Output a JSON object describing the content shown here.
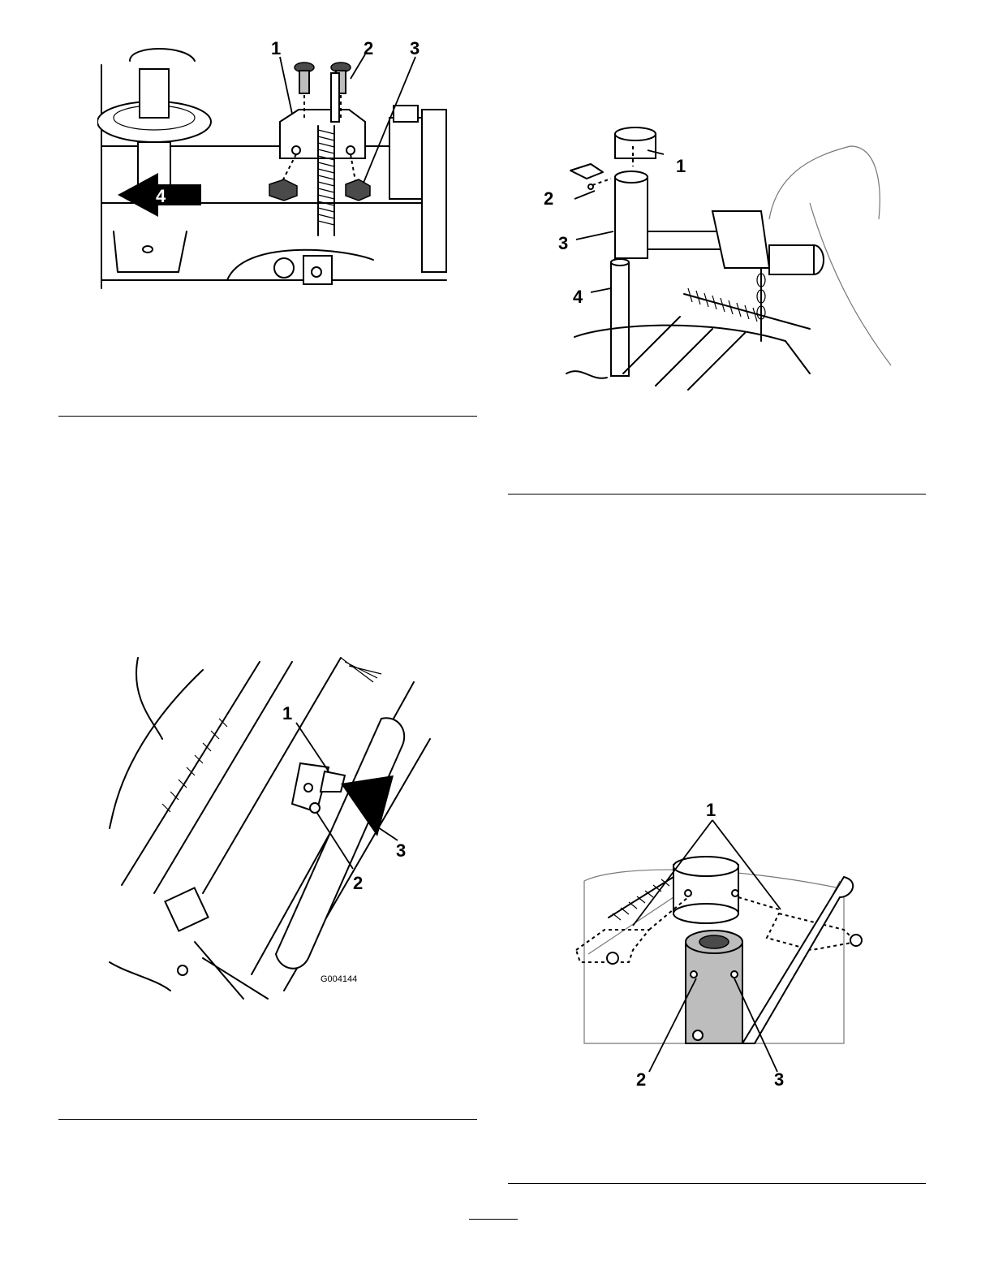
{
  "figures": [
    {
      "id": "fig-top-left",
      "callouts": [
        "1",
        "2",
        "3",
        "4"
      ]
    },
    {
      "id": "fig-top-right",
      "callouts": [
        "1",
        "2",
        "3",
        "4"
      ]
    },
    {
      "id": "fig-bottom-left",
      "callouts": [
        "1",
        "2",
        "3"
      ],
      "graphic_code": "G004144"
    },
    {
      "id": "fig-bottom-right",
      "callouts": [
        "1",
        "2",
        "3"
      ]
    }
  ],
  "page_number": ""
}
